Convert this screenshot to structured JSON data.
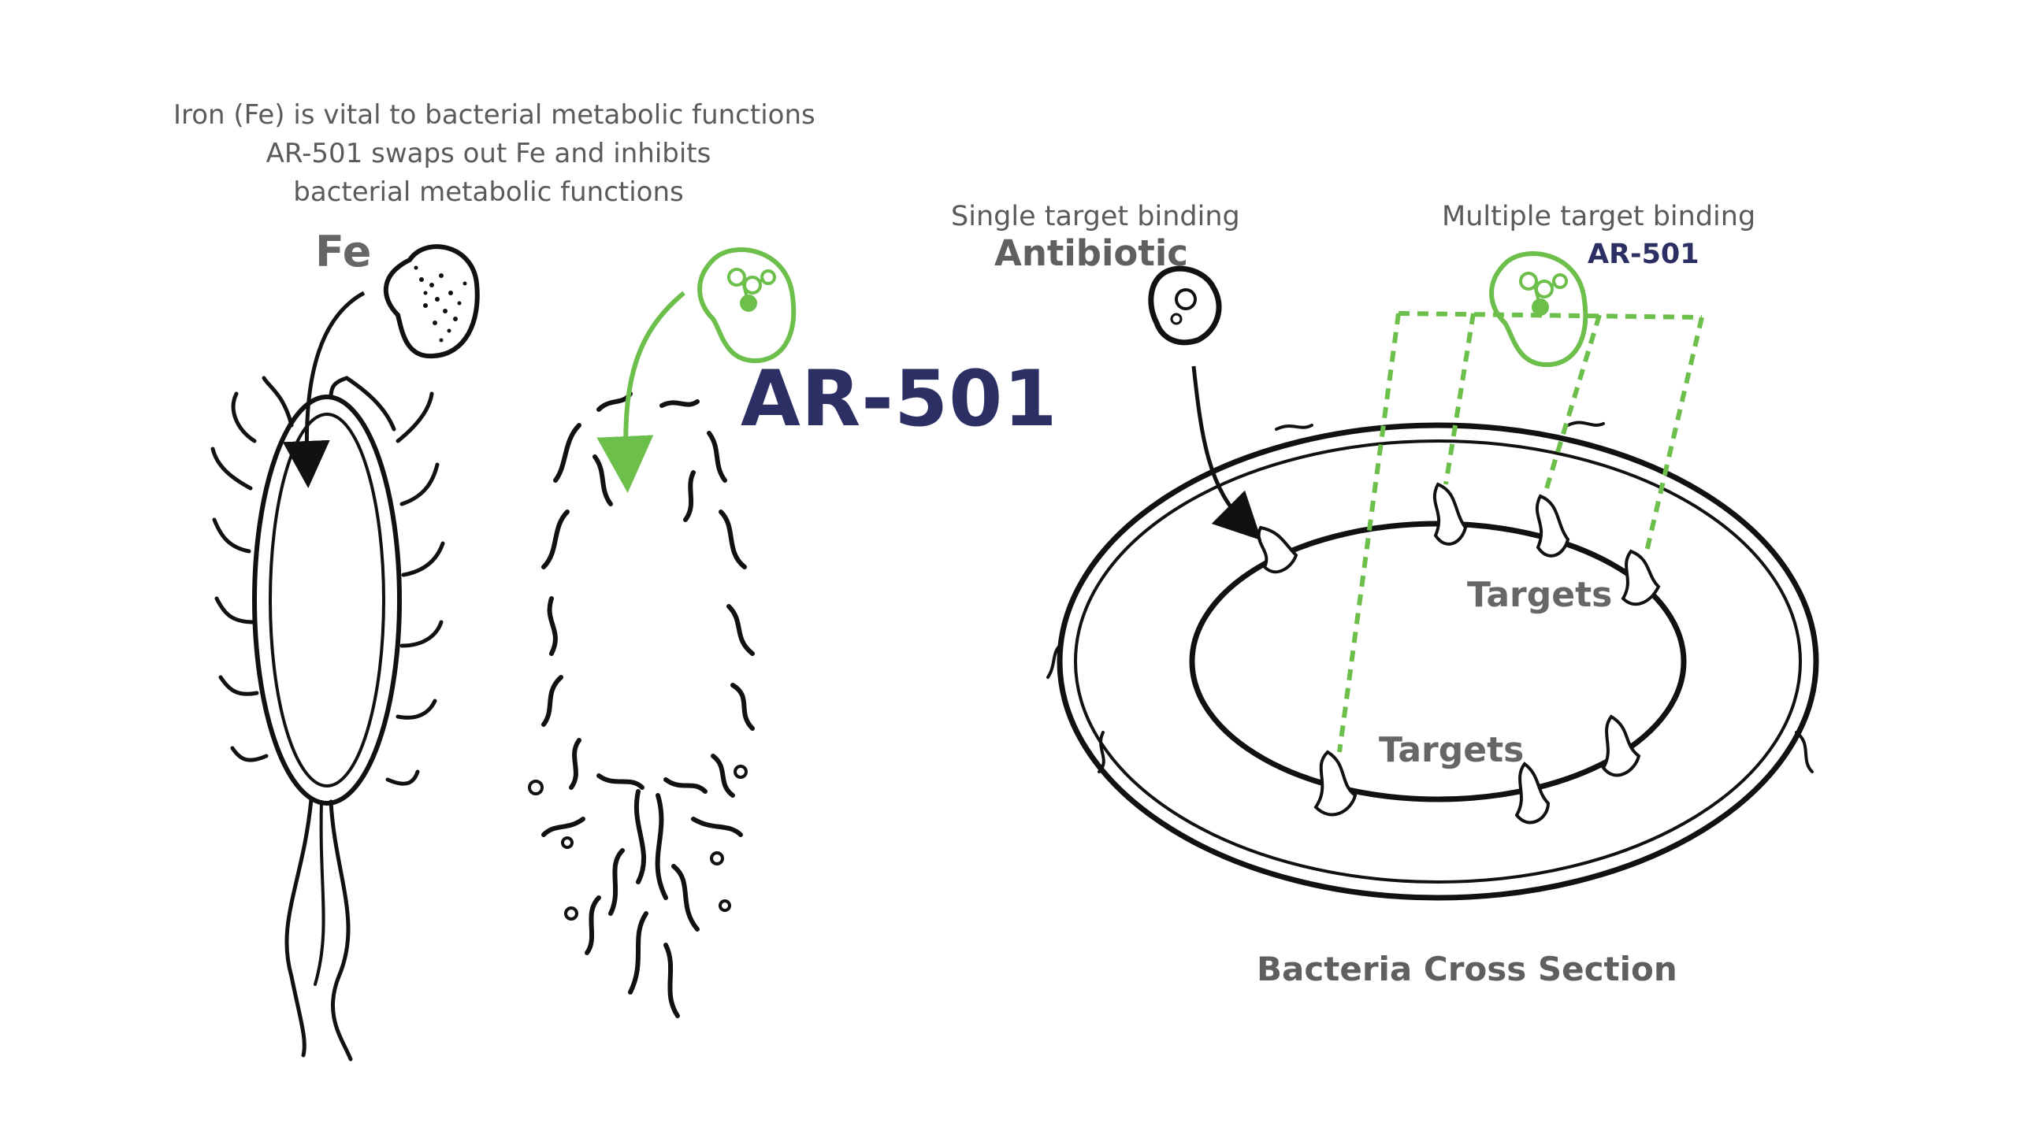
{
  "intro": {
    "line1": "Iron (Fe) is vital to bacterial metabolic functions",
    "line2": "AR-501 swaps out Fe and inhibits",
    "line3": "bacterial metabolic functions"
  },
  "left_panel": {
    "fe_label": "Fe",
    "ar501_label": "AR-501"
  },
  "right_panel": {
    "single_label": "Single target binding",
    "antibiotic_label": "Antibiotic",
    "multiple_label": "Multiple target binding",
    "ar501_label": "AR-501",
    "targets_upper": "Targets",
    "targets_lower": "Targets",
    "caption": "Bacteria Cross Section"
  },
  "colors": {
    "green": "#6cbf4b",
    "navy": "#2b2f63",
    "gray_text": "#5f5f5f",
    "ink": "#111111"
  }
}
